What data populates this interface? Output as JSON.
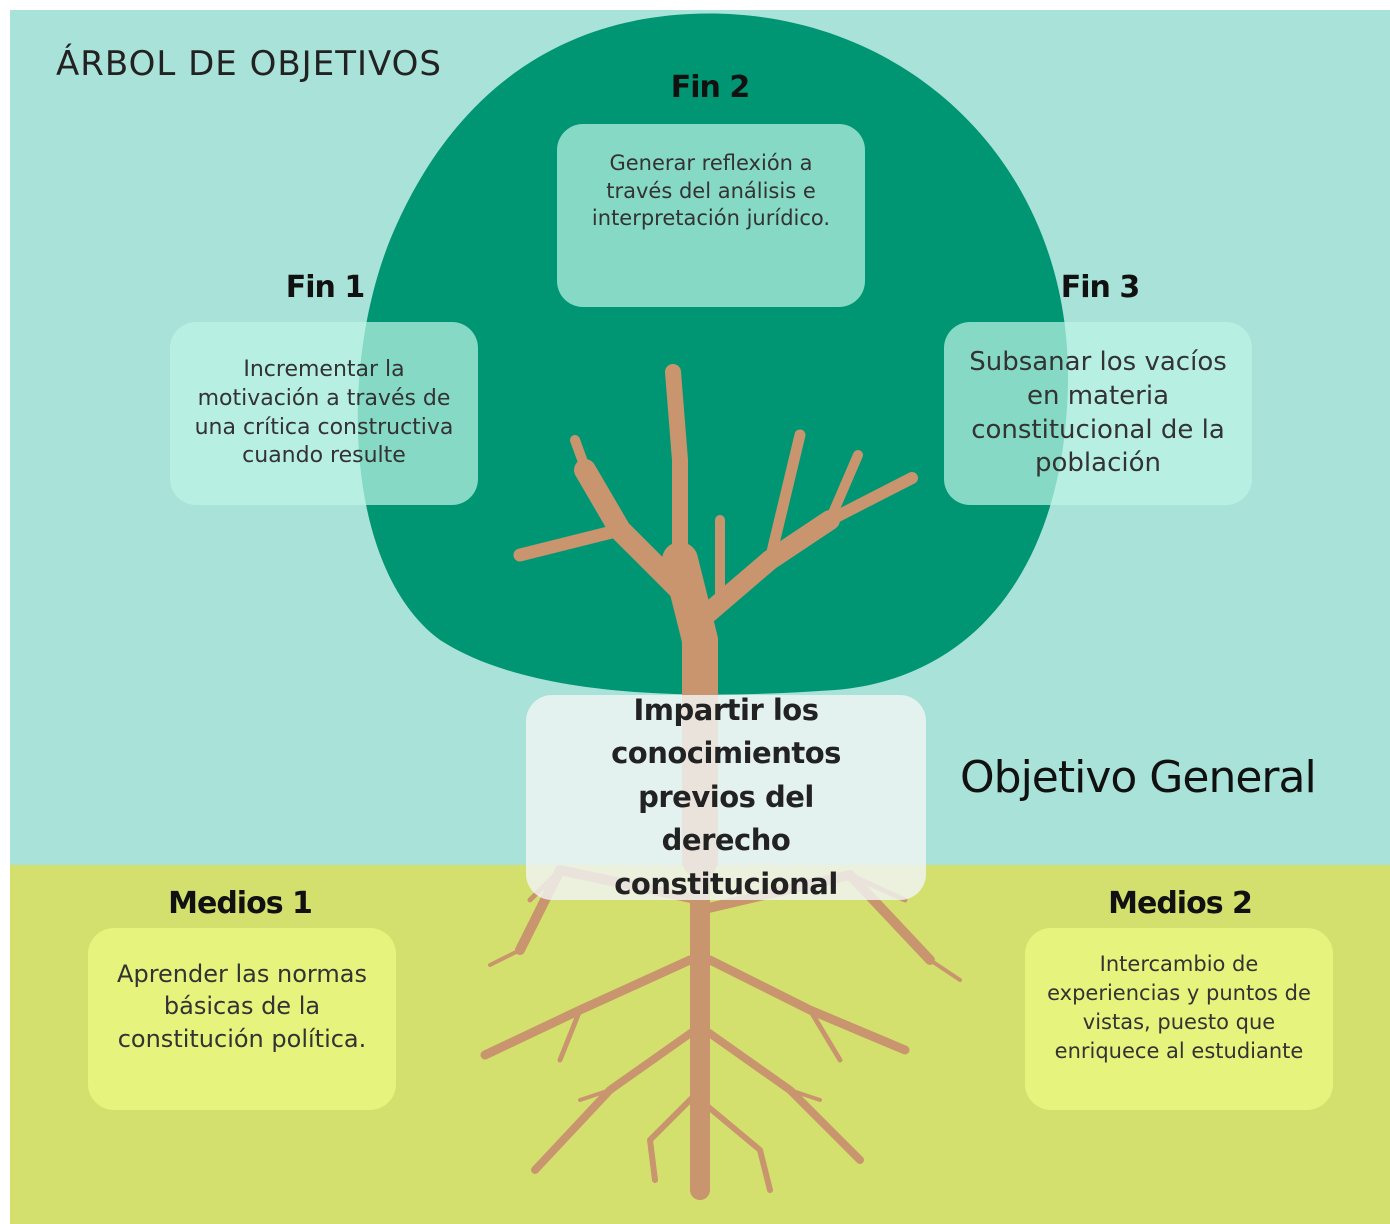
{
  "title": "ÁRBOL DE OBJETIVOS",
  "fines": [
    {
      "heading": "Fin 1",
      "text": "Incrementar la motivación a través de una crítica constructiva cuando resulte"
    },
    {
      "heading": "Fin 2",
      "text": "Generar reflexión a través del análisis e interpretación jurídico."
    },
    {
      "heading": "Fin 3",
      "text": "Subsanar los vacíos en materia constitucional de la población"
    }
  ],
  "objetivo": {
    "label": "Objetivo General",
    "text": "Impartir los conocimientos previos del derecho constitucional"
  },
  "medios": [
    {
      "heading": "Medios 1",
      "text": "Aprender las normas básicas de la constitución política."
    },
    {
      "heading": "Medios 2",
      "text": "Intercambio de experiencias y puntos de vistas, puesto que enriquece al estudiante"
    }
  ],
  "colors": {
    "sky": "#a8e2d8",
    "ground": "#d4e06e",
    "canopy": "#009673",
    "trunk": "#c9956e"
  },
  "icons": [
    "tree-illustration"
  ]
}
